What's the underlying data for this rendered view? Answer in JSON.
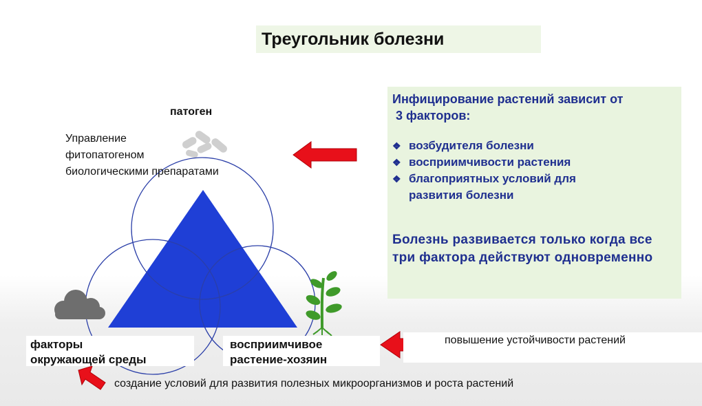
{
  "title": "Треугольник болезни",
  "pathogen_label": "патоген",
  "management_lines": [
    "Управление",
    "фитопатогеном",
    "биологическими препаратами"
  ],
  "info": {
    "heading_line1": "Инфицирование растений зависит от",
    "heading_line2": "3 факторов:",
    "bullet_symbol": "❖",
    "factors": [
      "возбудителя болезни",
      "восприимчивости растения",
      "благоприятных условий для развития болезни"
    ],
    "conclusion": "Болезнь развивается только когда все три фактора действуют одновременно"
  },
  "environment_label": [
    "факторы",
    "окружающей среды"
  ],
  "host_label": [
    "восприимчивое",
    "растение-хозяин"
  ],
  "resistance_text": "повышение устойчивости растений",
  "bottom_text": "создание условий для развития полезных микроорганизмов и роста растений",
  "colors": {
    "triangle": "#1f3fd6",
    "circle_stroke": "#2b3fa8",
    "arrow": "#e8101a",
    "info_text": "#1f2f8f",
    "green_box": "#e9f4df",
    "plant": "#3f9a2a",
    "cloud": "#6e6e6e"
  }
}
